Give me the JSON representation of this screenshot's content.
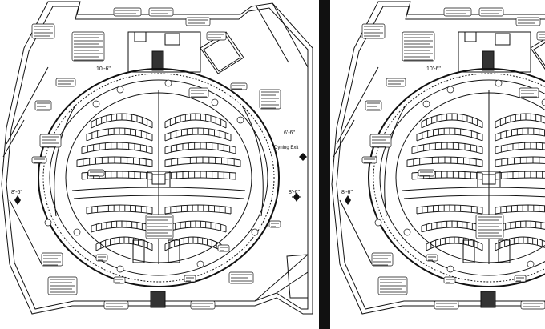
{
  "drawing": {
    "dimensions": {
      "radius_top": "10'-6\"",
      "east_wall": "6'-6\"",
      "west_wall": "8'-6\"",
      "southeast_wall": "8'-6\""
    },
    "labels": {
      "dining_exit": "Dyning Exit"
    },
    "seating": {
      "rows_per_side": 8,
      "seats_per_row": 12
    },
    "colors": {
      "ink": "#111111",
      "paper": "#ffffff",
      "frame": "#111111"
    },
    "icons": [
      "north-arrow-icon",
      "exit-arrow-icon",
      "compass-icon"
    ]
  }
}
